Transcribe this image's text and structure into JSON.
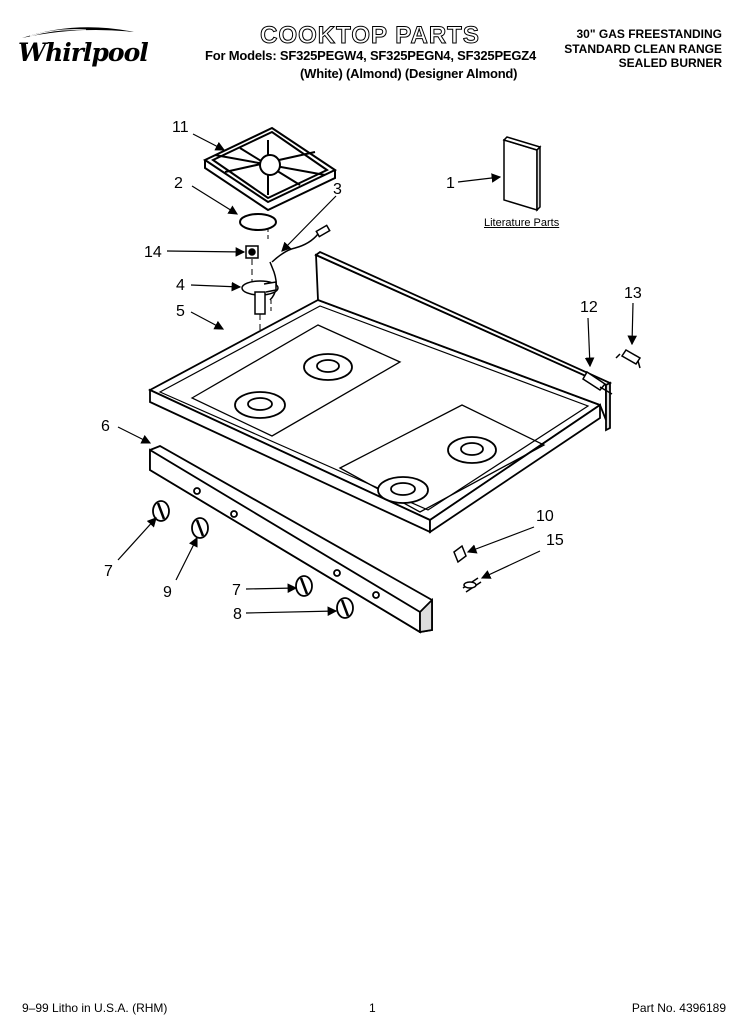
{
  "header": {
    "brand": "Whirlpool",
    "title": "COOKTOP PARTS",
    "models_line": "For Models: SF325PEGW4, SF325PEGN4, SF325PEGZ4",
    "colors_line": "(White)          (Almond) (Designer Almond)",
    "description": [
      "30\" GAS FREESTANDING",
      "STANDARD CLEAN RANGE",
      "SEALED BURNER"
    ]
  },
  "diagram": {
    "literature_label": "Literature Parts",
    "callouts": [
      "11",
      "2",
      "3",
      "14",
      "4",
      "5",
      "1",
      "12",
      "13",
      "6",
      "7",
      "9",
      "7",
      "8",
      "10",
      "15"
    ]
  },
  "footer": {
    "left": "9–99 Litho in U.S.A. (RHM)",
    "page": "1",
    "part_no": "Part No. 4396189"
  }
}
